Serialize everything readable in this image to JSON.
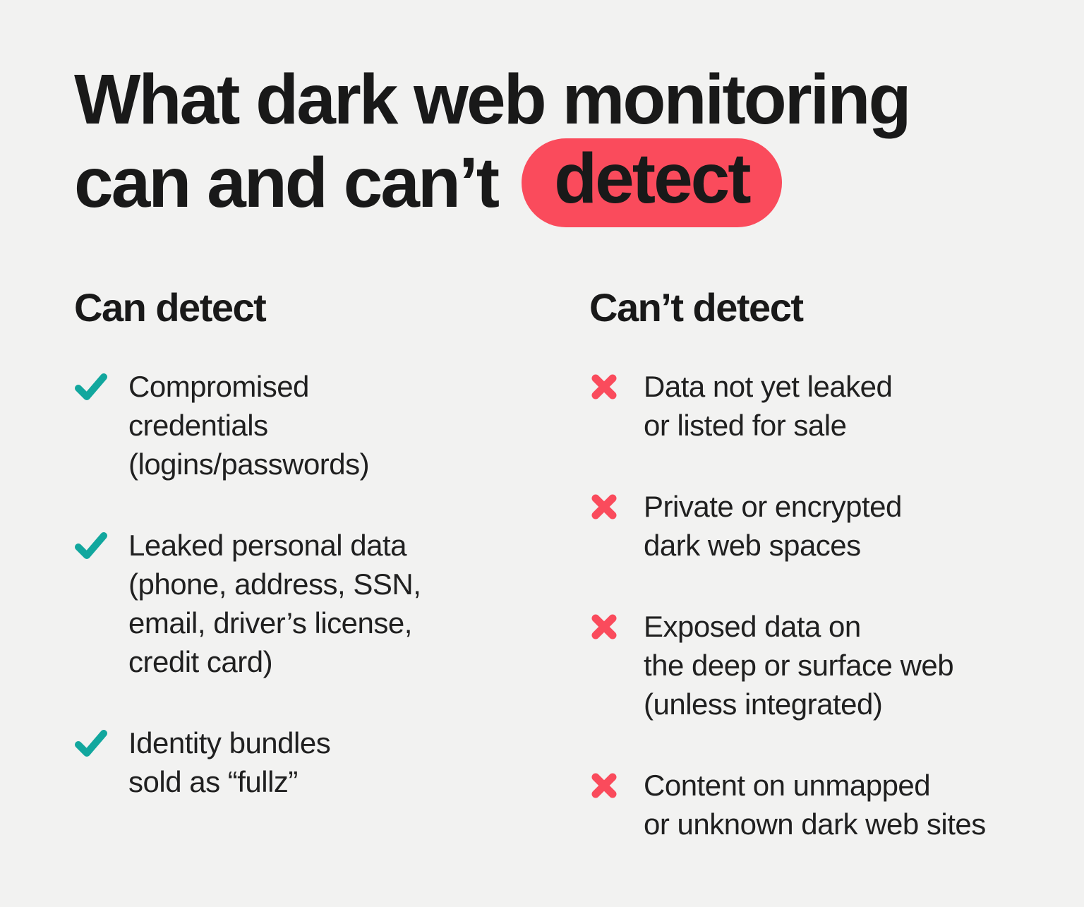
{
  "colors": {
    "background": "#F2F2F1",
    "accent_red": "#FA4B5C",
    "accent_teal": "#12A79E",
    "text": "#191919"
  },
  "title": {
    "line1": "What dark web monitoring",
    "line2_prefix": "can and can’t",
    "highlight": "detect"
  },
  "columns": {
    "can_detect": {
      "heading": "Can detect",
      "icon": "check-icon",
      "items": [
        {
          "text": "Compromised\ncredentials\n(logins/passwords)"
        },
        {
          "text": "Leaked personal data\n(phone, address, SSN,\nemail, driver’s license,\ncredit card)"
        },
        {
          "text": "Identity bundles\nsold as “fullz”"
        }
      ]
    },
    "cant_detect": {
      "heading": "Can’t detect",
      "icon": "x-icon",
      "items": [
        {
          "text": "Data not yet leaked\nor listed for sale"
        },
        {
          "text": "Private or encrypted\ndark web spaces"
        },
        {
          "text": "Exposed data on\nthe deep or surface web\n(unless integrated)"
        },
        {
          "text": "Content on unmapped\nor unknown dark web sites"
        }
      ]
    }
  }
}
